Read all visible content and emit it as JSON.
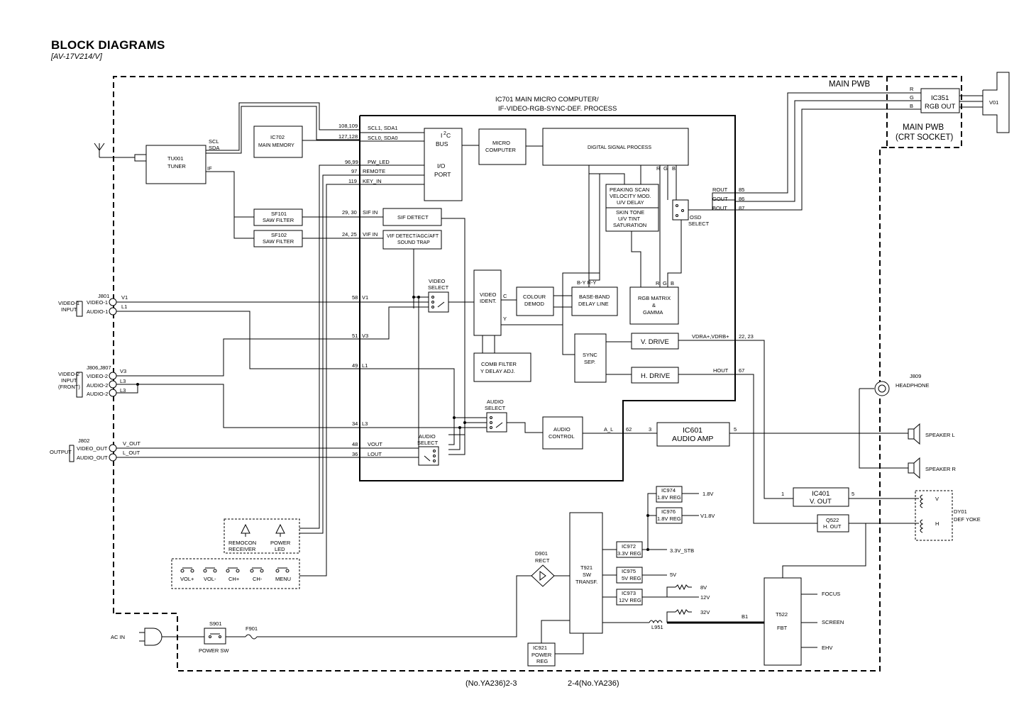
{
  "header": {
    "title": "BLOCK DIAGRAMS",
    "model": "[AV-17V214/V]"
  },
  "footer": {
    "left": "(No.YA236)2-3",
    "right": "2-4(No.YA236)"
  },
  "sections": {
    "main_pwb": "MAIN PWB",
    "crt_pwb_1": "MAIN PWB",
    "crt_pwb_2": "(CRT SOCKET)"
  },
  "ic701": {
    "title_1": "IC701  MAIN MICRO COMPUTER/",
    "title_2": "IF-VIDEO-RGB-SYNC-DEF. PROCESS"
  },
  "blocks": {
    "tuner_1": "TU001",
    "tuner_2": "TUNER",
    "ic702_1": "IC702",
    "ic702_2": "MAIN MEMORY",
    "sf101_1": "SF101",
    "sf101_2": "SAW FILTER",
    "sf102_1": "SF102",
    "sf102_2": "SAW FILTER",
    "i2c_1": "I",
    "i2c_sup": "2",
    "i2c_2": "C",
    "i2c_3": "BUS",
    "io_1": "I/O",
    "io_2": "PORT",
    "micro_1": "MICRO",
    "micro_2": "COMPUTER",
    "dsp": "DIGITAL SIGNAL PROCESS",
    "sif": "SIF DETECT",
    "vif_1": "VIF DETECT/AGC/AFT",
    "vif_2": "SOUND TRAP",
    "peak_1": "PEAKING SCAN",
    "peak_2": "VELOCITY MOD.",
    "peak_3": "U/V DELAY",
    "skin_1": "SKIN TONE",
    "skin_2": "U/V TINT",
    "skin_3": "SATURATION",
    "osd_1": "OSD",
    "osd_2": "SELECT",
    "vsel_1": "VIDEO",
    "vsel_2": "SELECT",
    "vident_1": "VIDEO",
    "vident_2": "IDENT.",
    "colour_1": "COLOUR",
    "colour_2": "DEMOD",
    "baseband_1": "BASE-BAND",
    "baseband_2": "DELAY LINE",
    "rgbm_1": "RGB MATRIX",
    "rgbm_2": "&",
    "rgbm_3": "GAMMA",
    "comb_1": "COMB FILTER",
    "comb_2": "Y DELAY ADJ.",
    "sync_1": "SYNC",
    "sync_2": "SEP.",
    "vdrive": "V. DRIVE",
    "hdrive": "H. DRIVE",
    "asel1_1": "AUDIO",
    "asel1_2": "SELECT",
    "asel2_1": "AUDIO",
    "asel2_2": "SELECT",
    "actrl_1": "AUDIO",
    "actrl_2": "CONTROL",
    "ic601_1": "IC601",
    "ic601_2": "AUDIO AMP",
    "ic351_1": "IC351",
    "ic351_2": "RGB OUT",
    "v01": "V01",
    "ic401_1": "IC401",
    "ic401_2": "V. OUT",
    "q522_1": "Q522",
    "q522_2": "H. OUT",
    "dy01_1": "DY01",
    "dy01_2": "DEF YOKE",
    "ic974_1": "IC974",
    "ic974_2": "1.8V REG",
    "ic976_1": "IC976",
    "ic976_2": "1.8V REG",
    "ic972_1": "IC972",
    "ic972_2": "3.3V REG",
    "ic975_1": "IC975",
    "ic975_2": "5V REG",
    "ic973_1": "IC973",
    "ic973_2": "12V REG",
    "t921_1": "T921",
    "t921_2": "SW",
    "t921_3": "TRANSF.",
    "ic921_1": "IC921",
    "ic921_2": "POWER",
    "ic921_3": "REG",
    "d901_1": "D901",
    "d901_2": "RECT",
    "t522_1": "T522",
    "t522_2": "FBT",
    "s901_1": "S901",
    "s901_2": "POWER SW",
    "f901": "F901",
    "l951": "L951",
    "acin": "AC IN",
    "remocon_1": "REMOCON",
    "remocon_2": "RECEIVER",
    "pled_1": "POWER",
    "pled_2": "LED",
    "hp_1": "J809",
    "hp_2": "HEADPHONE",
    "spk_l": "SPEAKER  L",
    "spk_r": "SPEAKER  R"
  },
  "keys": [
    "VOL+",
    "VOL-",
    "CH+",
    "CH-",
    "MENU"
  ],
  "io": {
    "v1in_1": "VIDEO-1",
    "v1in_2": "INPUT",
    "j801": "J801",
    "video1": "VIDEO-1",
    "audio1": "AUDIO-1",
    "v2in_1": "VIDEO-2",
    "v2in_2": "INPUT",
    "v2in_3": "(FRONT)",
    "j806": "J806,J807",
    "video2": "VIDEO-2",
    "audio2a": "AUDIO-2",
    "audio2b": "AUDIO-2",
    "out": "OUTPUT",
    "j802": "J802",
    "videoout": "VIDEO_OUT",
    "audioout": "AUDIO_OUT"
  },
  "signals": {
    "scl": "SCL",
    "sda": "SDA",
    "if": "IF",
    "p108": "108,109",
    "p127": "127,128",
    "p96": "96,99",
    "p97": "97",
    "p119": "119",
    "scl1": "SCL1, SDA1",
    "scl0": "SCL0, SDA0",
    "pwled": "PW_LED",
    "remote": "REMOTE",
    "keyin": "KEY_IN",
    "p29": "29, 30",
    "p24": "24, 25",
    "sifin": "SIF IN",
    "vifin": "VIF IN",
    "p58": "58",
    "p51": "51",
    "p49": "49",
    "p34": "34",
    "p48": "48",
    "p36": "36",
    "v1": "V1",
    "v3": "V3",
    "l1": "L1",
    "l3": "L3",
    "vout": "VOUT",
    "lout": "LOUT",
    "ext_v1": "V1",
    "ext_l1": "L1",
    "ext_v3": "V3",
    "ext_l3a": "L3",
    "ext_l3b": "L3",
    "ext_vout": "V_OUT",
    "ext_lout": "L_OUT",
    "c": "C",
    "y": "Y",
    "byry": "B-Y R-Y",
    "r": "R",
    "g": "G",
    "b": "B",
    "r2": "R",
    "g2": "G",
    "b2": "B",
    "rout": "ROUT",
    "gout": "GOUT",
    "bout": "BOUT",
    "p85": "85",
    "p86": "86",
    "p87": "87",
    "rgb_r": "R",
    "rgb_g": "G",
    "rgb_b": "B",
    "vdra": "VDRA+,VDRB+",
    "p2223": "22, 23",
    "hout": "HOUT",
    "p67": "67",
    "al": "A_L",
    "p62": "62",
    "p3": "3",
    "p5": "5",
    "p1": "1",
    "p5b": "5",
    "dy_v": "V",
    "dy_h": "H",
    "v18": "1.8V",
    "v18b": "V1.8V",
    "v33": "3.3V_STB",
    "v5": "5V",
    "v8": "8V",
    "v12": "12V",
    "v32": "32V",
    "b1": "B1",
    "focus": "FOCUS",
    "screen": "SCREEN",
    "ehv": "EHV"
  }
}
